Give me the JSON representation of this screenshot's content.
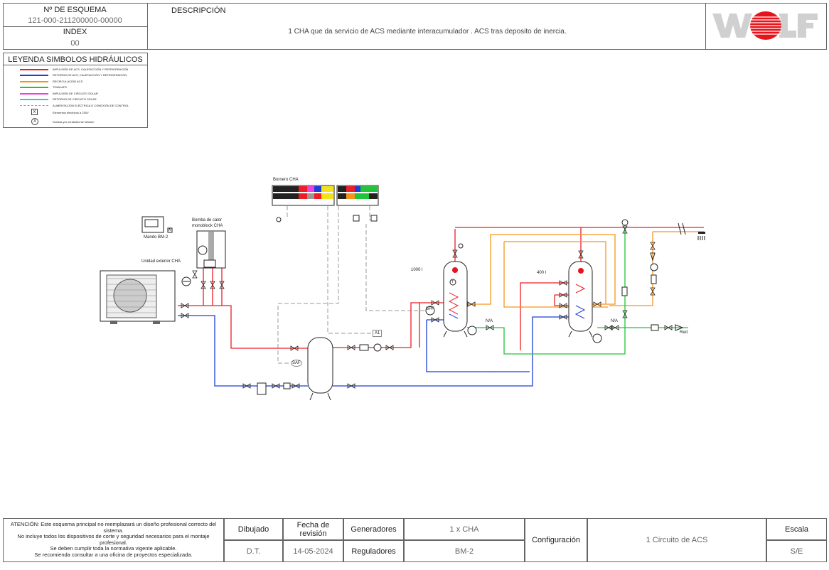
{
  "header": {
    "scheme_no_label": "Nº DE ESQUEMA",
    "scheme_no_value": "121-000-211200000-00000",
    "index_label": "INDEX",
    "index_value": "00",
    "description_label": "DESCRIPCIÓN",
    "description_text": "1 CHA que da servicio de ACS mediante interacumulador . ACS tras deposito de inercia.",
    "logo_text": "WOLF"
  },
  "legend": {
    "title": "LEYENDA SIMBOLOS HIDRÁULICOS",
    "items": [
      {
        "label": "IMPULSIÓN DE ACS, CALEFACCIÓN Y REFRIGERACIÓN",
        "color": "#ee1c25"
      },
      {
        "label": "RETORNO DE ACS, CALEFACCIÓN Y REFRIGERACIÓN",
        "color": "#1c3fd6"
      },
      {
        "label": "RECIRCULACIÓN ACS",
        "color": "#f7941d"
      },
      {
        "label": "TOMA AFS",
        "color": "#22c43a"
      },
      {
        "label": "IMPULSIÓN DE CIRCUITO SOLAR",
        "color": "#ee3fe0"
      },
      {
        "label": "RETORNO DE CIRCUITO SOLAR",
        "color": "#33c6e8"
      },
      {
        "label": "ALIMENTACIÓN ELÉCTRICA O CONEXIÓN DE CONTROL",
        "color": "#999999"
      }
    ],
    "symbol_box_glyph": "X",
    "symbol_box_label": "Elementos eléctricos a 230V",
    "symbol_circle_glyph": "X",
    "symbol_circle_label": "Sondas y/o contactos sin tensión"
  },
  "diagram": {
    "bornero_label": "Bornero CHA",
    "mando_label": "Mando BM-2",
    "bomba_label_1": "Bomba de calor",
    "bomba_label_2": "monoblock CHA",
    "unidad_label": "Unidad exterior CHA",
    "tank1_volume": "1000 l",
    "tank2_volume": "400 l",
    "na_label_1": "N/A",
    "na_label_2": "N/A",
    "red_label": "Red",
    "saf_label": "SAF",
    "spf_label": "SPF",
    "a1_label": "A1",
    "a_label": "A",
    "t_label": "T"
  },
  "footer": {
    "warning_lines": [
      "ATENCIÓN: Este esquema principal no reemplazará un diseño profesional correcto del",
      "sistema.",
      "No incluye todos los dispositivos de corte y seguridad necesarios para el montaje",
      "profesional.",
      "Se deben cumplir toda la normativa vigente aplicable.",
      "Se recomienda consultar a una oficina de proyectos especializada."
    ],
    "dibujado_label": "Dibujado",
    "dibujado_value": "D.T.",
    "fecha_label_1": "Fecha de",
    "fecha_label_2": "revisión",
    "fecha_value": "14-05-2024",
    "generadores_label": "Generadores",
    "generadores_value": "1 x CHA",
    "reguladores_label": "Reguladores",
    "reguladores_value": "BM-2",
    "configuracion_label": "Configuración",
    "configuracion_value": "1 Circuito de ACS",
    "escala_label": "Escala",
    "escala_value": "S/E"
  }
}
